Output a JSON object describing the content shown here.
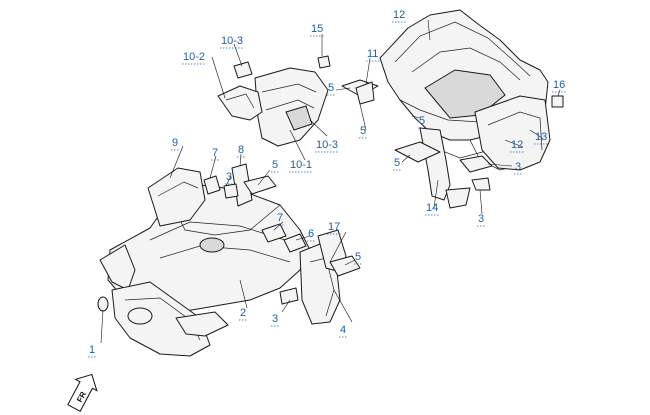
{
  "labels": {
    "l1": "1",
    "l2": "2",
    "l3a": "3",
    "l3b": "3",
    "l3c": "3",
    "l4": "4",
    "l5a": "5",
    "l5b": "5",
    "l5c": "5",
    "l5d": "5",
    "l5e": "5",
    "l6": "6",
    "l7a": "7",
    "l7b": "7",
    "l8": "8",
    "l9": "9",
    "l10_1": "10-1",
    "l10_2": "10-2",
    "l10_3a": "10-3",
    "l10_3b": "10-3",
    "l11": "11",
    "l12a": "12",
    "l12b": "12",
    "l13": "13",
    "l14": "14",
    "l15": "15",
    "l16": "16",
    "l17": "17",
    "l5f": "5",
    "l3d": "3"
  },
  "direction_arrow": "FR"
}
